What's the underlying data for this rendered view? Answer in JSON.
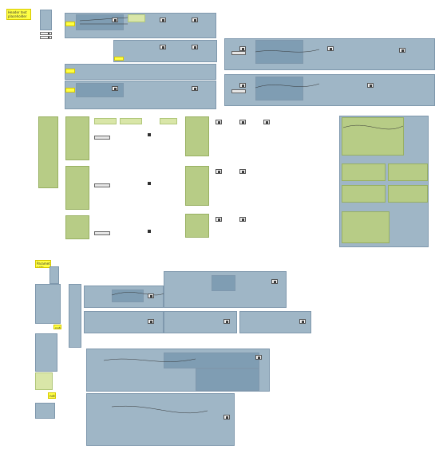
{
  "canvas": {
    "title_note": "Header text placeholder",
    "section_note_bottom": "Parameters note",
    "note_small_right": "note",
    "note_small_bottom": "note"
  },
  "colors": {
    "background": "#ffffff",
    "group_blue": "#9fb6c6",
    "group_green": "#b7cc86",
    "note_yellow": "#ffff44"
  }
}
